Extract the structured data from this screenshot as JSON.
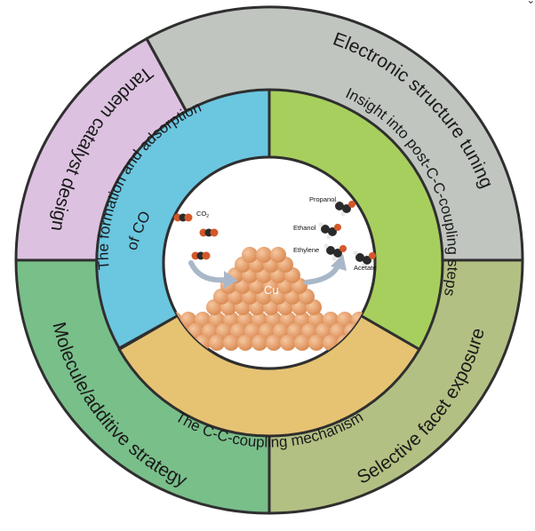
{
  "colors": {
    "tandem": "#dcc2e0",
    "electronic": "#c0c5c0",
    "molecule": "#79bf8a",
    "selective": "#b3c083",
    "formation": "#6bc6e0",
    "insight": "#a7cf5d",
    "cc": "#e6c373",
    "ring_stroke": "#2f2f2f",
    "copper": "#e9a372",
    "arrow": "#a9b8c8"
  },
  "outer_ring": {
    "tandem": "Tandem catalyst design",
    "electronic": "Electronic structure tuning",
    "molecule": "Molecule/additive strategy",
    "selective": "Selective facet exposure"
  },
  "inner_ring": {
    "formation_line1": "The formation and adsorption",
    "formation_line2": "of CO",
    "insight": "Insight into post-C-C-coupling steps",
    "cc": "The C-C-coupling mechanism"
  },
  "center": {
    "co2": "CO",
    "co2_sub": "2",
    "cu": "Cu",
    "propanol": "Propanol",
    "ethanol": "Ethanol",
    "ethylene": "Ethylene",
    "acetate": "Acetate"
  },
  "corner_glyph": "ˇ"
}
